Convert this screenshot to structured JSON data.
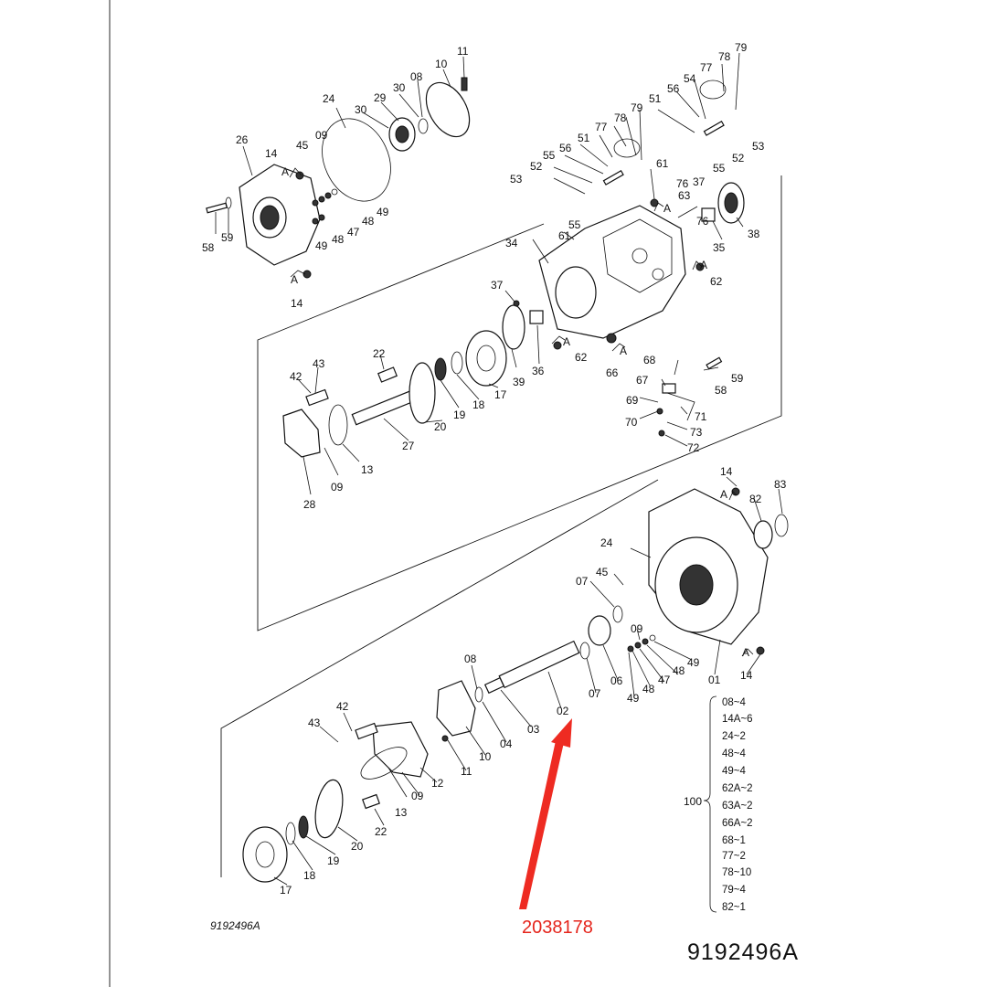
{
  "drawing_code_small": "9192496A",
  "drawing_code_large": "9192496A",
  "highlighted_part_number": "2038178",
  "callout_marker": "A",
  "part_labels": {
    "p01": "01",
    "p02": "02",
    "p03": "03",
    "p04": "04",
    "p06": "06",
    "p07a": "07",
    "p07b": "07",
    "p08a": "08",
    "p08b": "08",
    "p09a": "09",
    "p09b": "09",
    "p09c": "09",
    "p09d": "09",
    "p10a": "10",
    "p10b": "10",
    "p11a": "11",
    "p11b": "11",
    "p12": "12",
    "p13a": "13",
    "p13b": "13",
    "p14a": "14",
    "p14b": "14",
    "p14c": "14",
    "p14d": "14",
    "p17a": "17",
    "p17b": "17",
    "p18a": "18",
    "p18b": "18",
    "p19a": "19",
    "p19b": "19",
    "p20a": "20",
    "p20b": "20",
    "p22a": "22",
    "p22b": "22",
    "p24a": "24",
    "p24b": "24",
    "p26": "26",
    "p27": "27",
    "p28": "28",
    "p29": "29",
    "p30a": "30",
    "p30b": "30",
    "p34": "34",
    "p35": "35",
    "p36": "36",
    "p37a": "37",
    "p37b": "37",
    "p38": "38",
    "p39": "39",
    "p42a": "42",
    "p42b": "42",
    "p43a": "43",
    "p43b": "43",
    "p45a": "45",
    "p45b": "45",
    "p47a": "47",
    "p47b": "47",
    "p48a": "48",
    "p48b": "48",
    "p48c": "48",
    "p48d": "48",
    "p49a": "49",
    "p49b": "49",
    "p49c": "49",
    "p49d": "49",
    "p51a": "51",
    "p51b": "51",
    "p52a": "52",
    "p52b": "52",
    "p53a": "53",
    "p53b": "53",
    "p54": "54",
    "p55a": "55",
    "p55b": "55",
    "p56a": "56",
    "p56b": "56",
    "p58a": "58",
    "p58b": "58",
    "p59a": "59",
    "p59b": "59",
    "p61a": "61",
    "p61b": "61",
    "p62a": "62",
    "p62b": "62",
    "p63": "63",
    "p66": "66",
    "p67": "67",
    "p68": "68",
    "p69": "69",
    "p70": "70",
    "p71": "71",
    "p72": "72",
    "p73": "73",
    "p76a": "76",
    "p76b": "76",
    "p77a": "77",
    "p77b": "77",
    "p78a": "78",
    "p78b": "78",
    "p79a": "79",
    "p79b": "79",
    "p82": "82",
    "p83": "83"
  },
  "kit": {
    "number": "100",
    "items": [
      "08~4",
      "14A~6",
      "24~2",
      "48~4",
      "49~4",
      "62A~2",
      "63A~2",
      "66A~2",
      "68~1",
      "77~2",
      "78~10",
      "79~4",
      "82~1"
    ]
  },
  "colors": {
    "arrow": "#ee2b22",
    "highlight_text": "#e5241b",
    "line": "#111111"
  }
}
